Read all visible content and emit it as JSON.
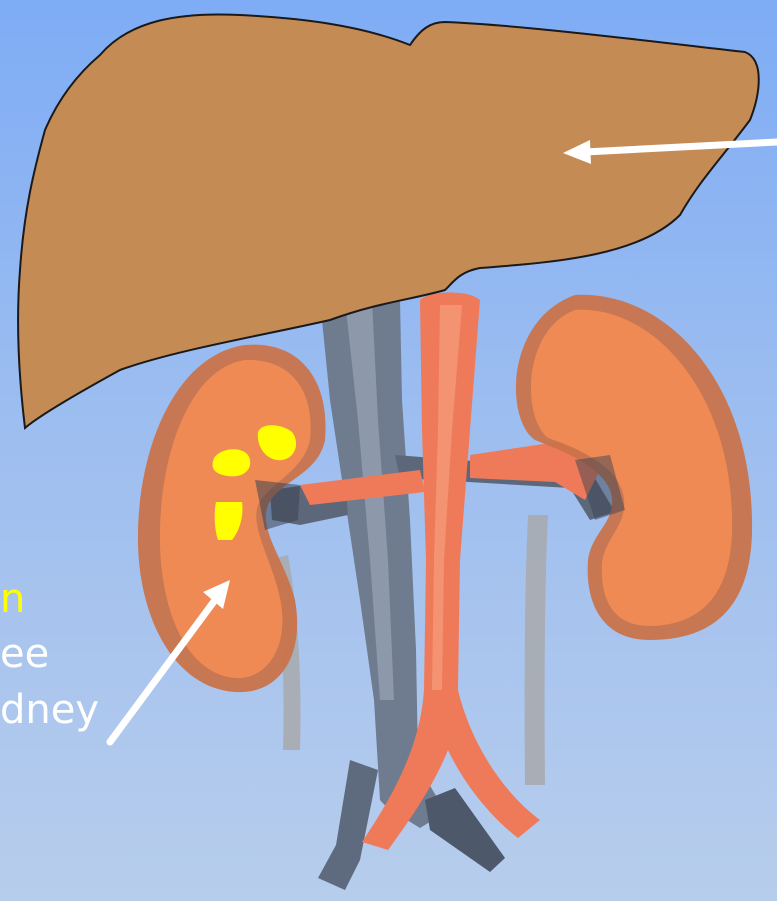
{
  "labels": {
    "line1": "n",
    "line2": "ee",
    "line3": "dney"
  },
  "colors": {
    "background_top": "#7eacf5",
    "background_bottom": "#b7cdec",
    "liver": "#c58b55",
    "kidney": "#f08a55",
    "artery": "#ef7a5a",
    "vein": "#6f7b8f",
    "marker": "#ffff00",
    "arrow": "#ffffff",
    "label_highlight": "#ffff00",
    "label_text": "#ffffff"
  },
  "icons": {
    "liver": "liver-icon",
    "kidney_left": "kidney-icon",
    "kidney_right": "kidney-icon",
    "aorta": "artery-icon",
    "vena_cava": "vein-icon",
    "stones": "kidney-stone-icon"
  }
}
